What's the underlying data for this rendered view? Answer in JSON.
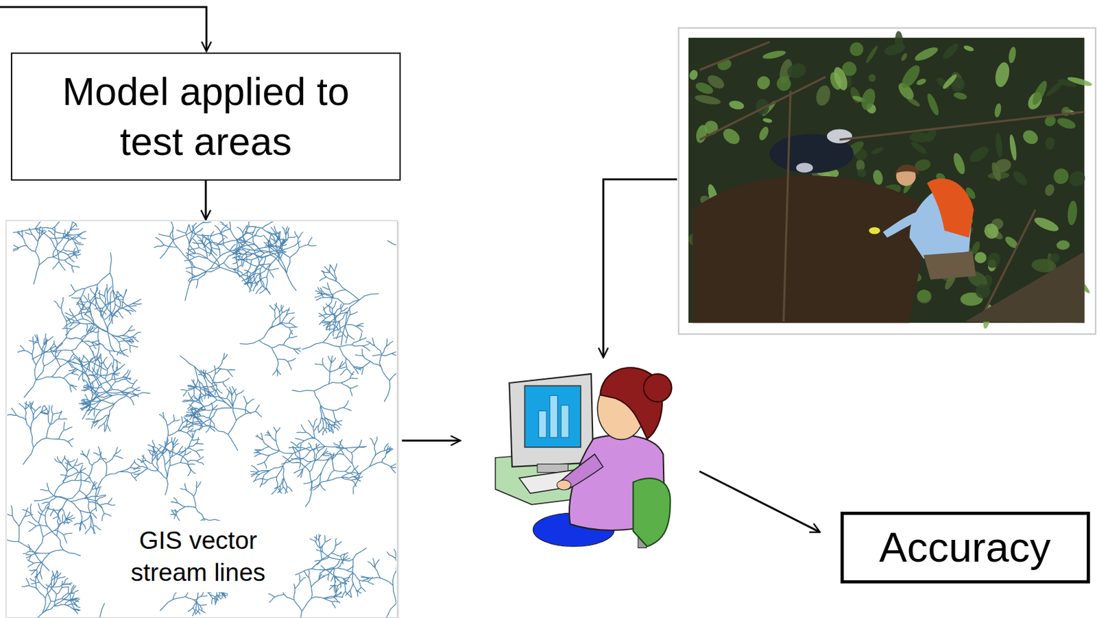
{
  "diagram": {
    "nodes": [
      {
        "text": [
          "Model applied to test areas"
        ]
      },
      {
        "text": [
          "GIS vector stream lines"
        ]
      },
      {
        "text": [
          "Accuracy"
        ]
      }
    ],
    "edges": [
      {
        "from": 0,
        "to": 1,
        "arrow": "to"
      }
    ]
  }
}
